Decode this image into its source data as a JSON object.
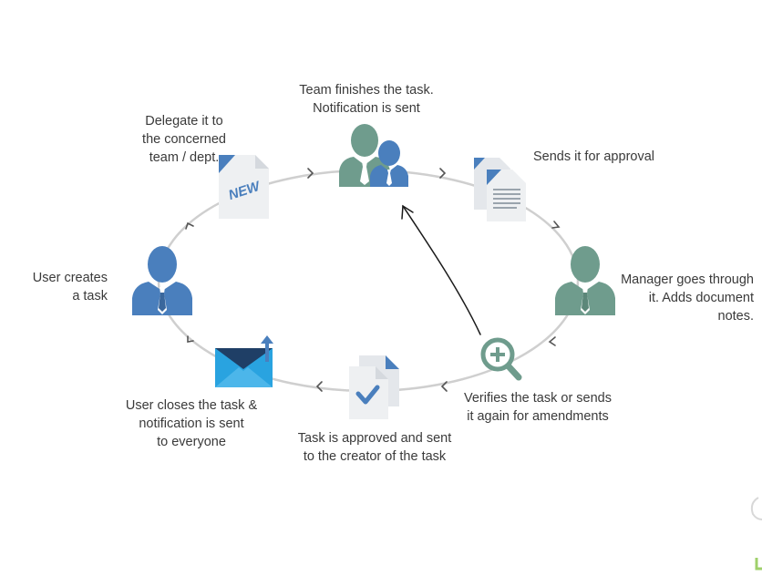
{
  "steps": [
    {
      "id": "user-creates",
      "label": "User creates\na task",
      "icon": "user-icon"
    },
    {
      "id": "delegate",
      "label": "Delegate it to\nthe concerned\nteam / dept.",
      "icon": "new-document-icon",
      "badge": "NEW"
    },
    {
      "id": "team-finishes",
      "label": "Team finishes the task.\nNotification is sent",
      "icon": "team-icon"
    },
    {
      "id": "sends-approval",
      "label": "Sends it for approval",
      "icon": "documents-icon"
    },
    {
      "id": "manager",
      "label": "Manager goes through\nit. Adds document\nnotes.",
      "icon": "manager-icon"
    },
    {
      "id": "verifies",
      "label": "Verifies the task or sends\nit again for amendments",
      "icon": "zoom-in-icon"
    },
    {
      "id": "approved",
      "label": "Task is approved and sent\nto the creator of the task",
      "icon": "approved-document-icon"
    },
    {
      "id": "closes",
      "label": "User closes the task &\nnotification is sent\nto everyone",
      "icon": "mail-send-icon"
    }
  ],
  "colors": {
    "blue": "#4a7fbd",
    "teal": "#6f9c8d",
    "cycle": "#cfcfcf",
    "arrowhead": "#555555",
    "doc": "#eef0f2",
    "envelope": "#29a3e0"
  }
}
